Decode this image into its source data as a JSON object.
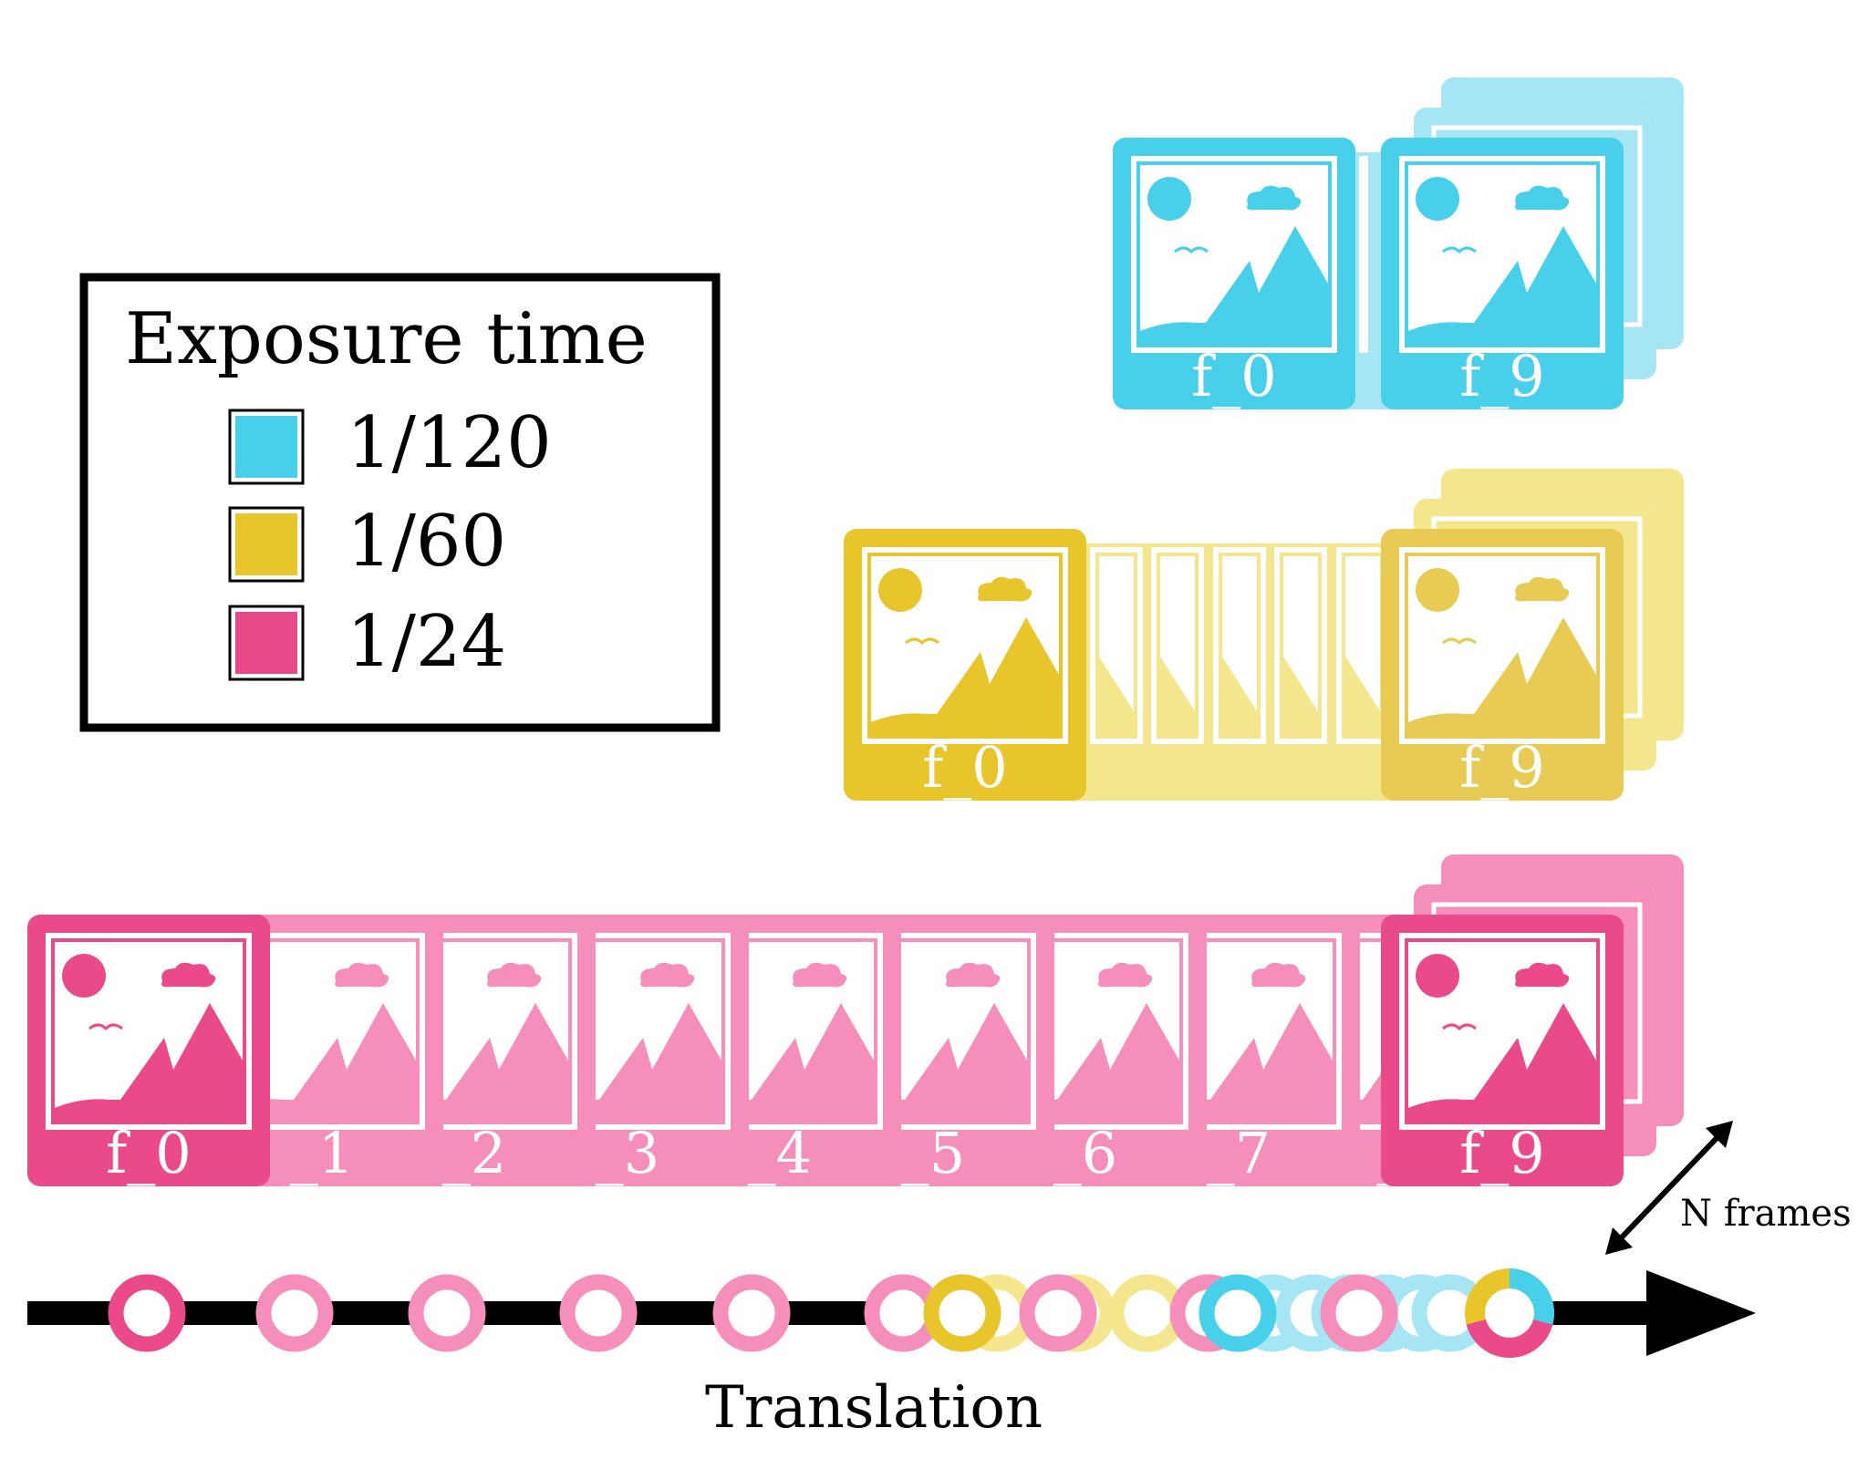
{
  "colors": {
    "cyan": "#48CFEA",
    "cyan_light": "#A6E6F4",
    "yellow": "#E8C52A",
    "yellow_light": "#F4E68C",
    "pink": "#EA4A8A",
    "pink_light": "#F58EBB",
    "black": "#000000",
    "white": "#FFFFFF"
  },
  "legend": {
    "title": "Exposure time",
    "items": [
      {
        "label": "1/120",
        "color": "#48CFEA"
      },
      {
        "label": "1/60",
        "color": "#E8C52A"
      },
      {
        "label": "1/24",
        "color": "#EA4A8A"
      }
    ]
  },
  "rows": {
    "cyan": {
      "first_label": "f_0",
      "last_label": "f_9"
    },
    "yellow": {
      "first_label": "f_0",
      "last_label": "f_9"
    },
    "pink": {
      "labels": [
        "f_0",
        "_1",
        "_2",
        "_3",
        "_4",
        "_5",
        "_6",
        "_7",
        "_",
        "f_9"
      ]
    }
  },
  "n_frames_label": "N frames",
  "axis_label": "Translation"
}
